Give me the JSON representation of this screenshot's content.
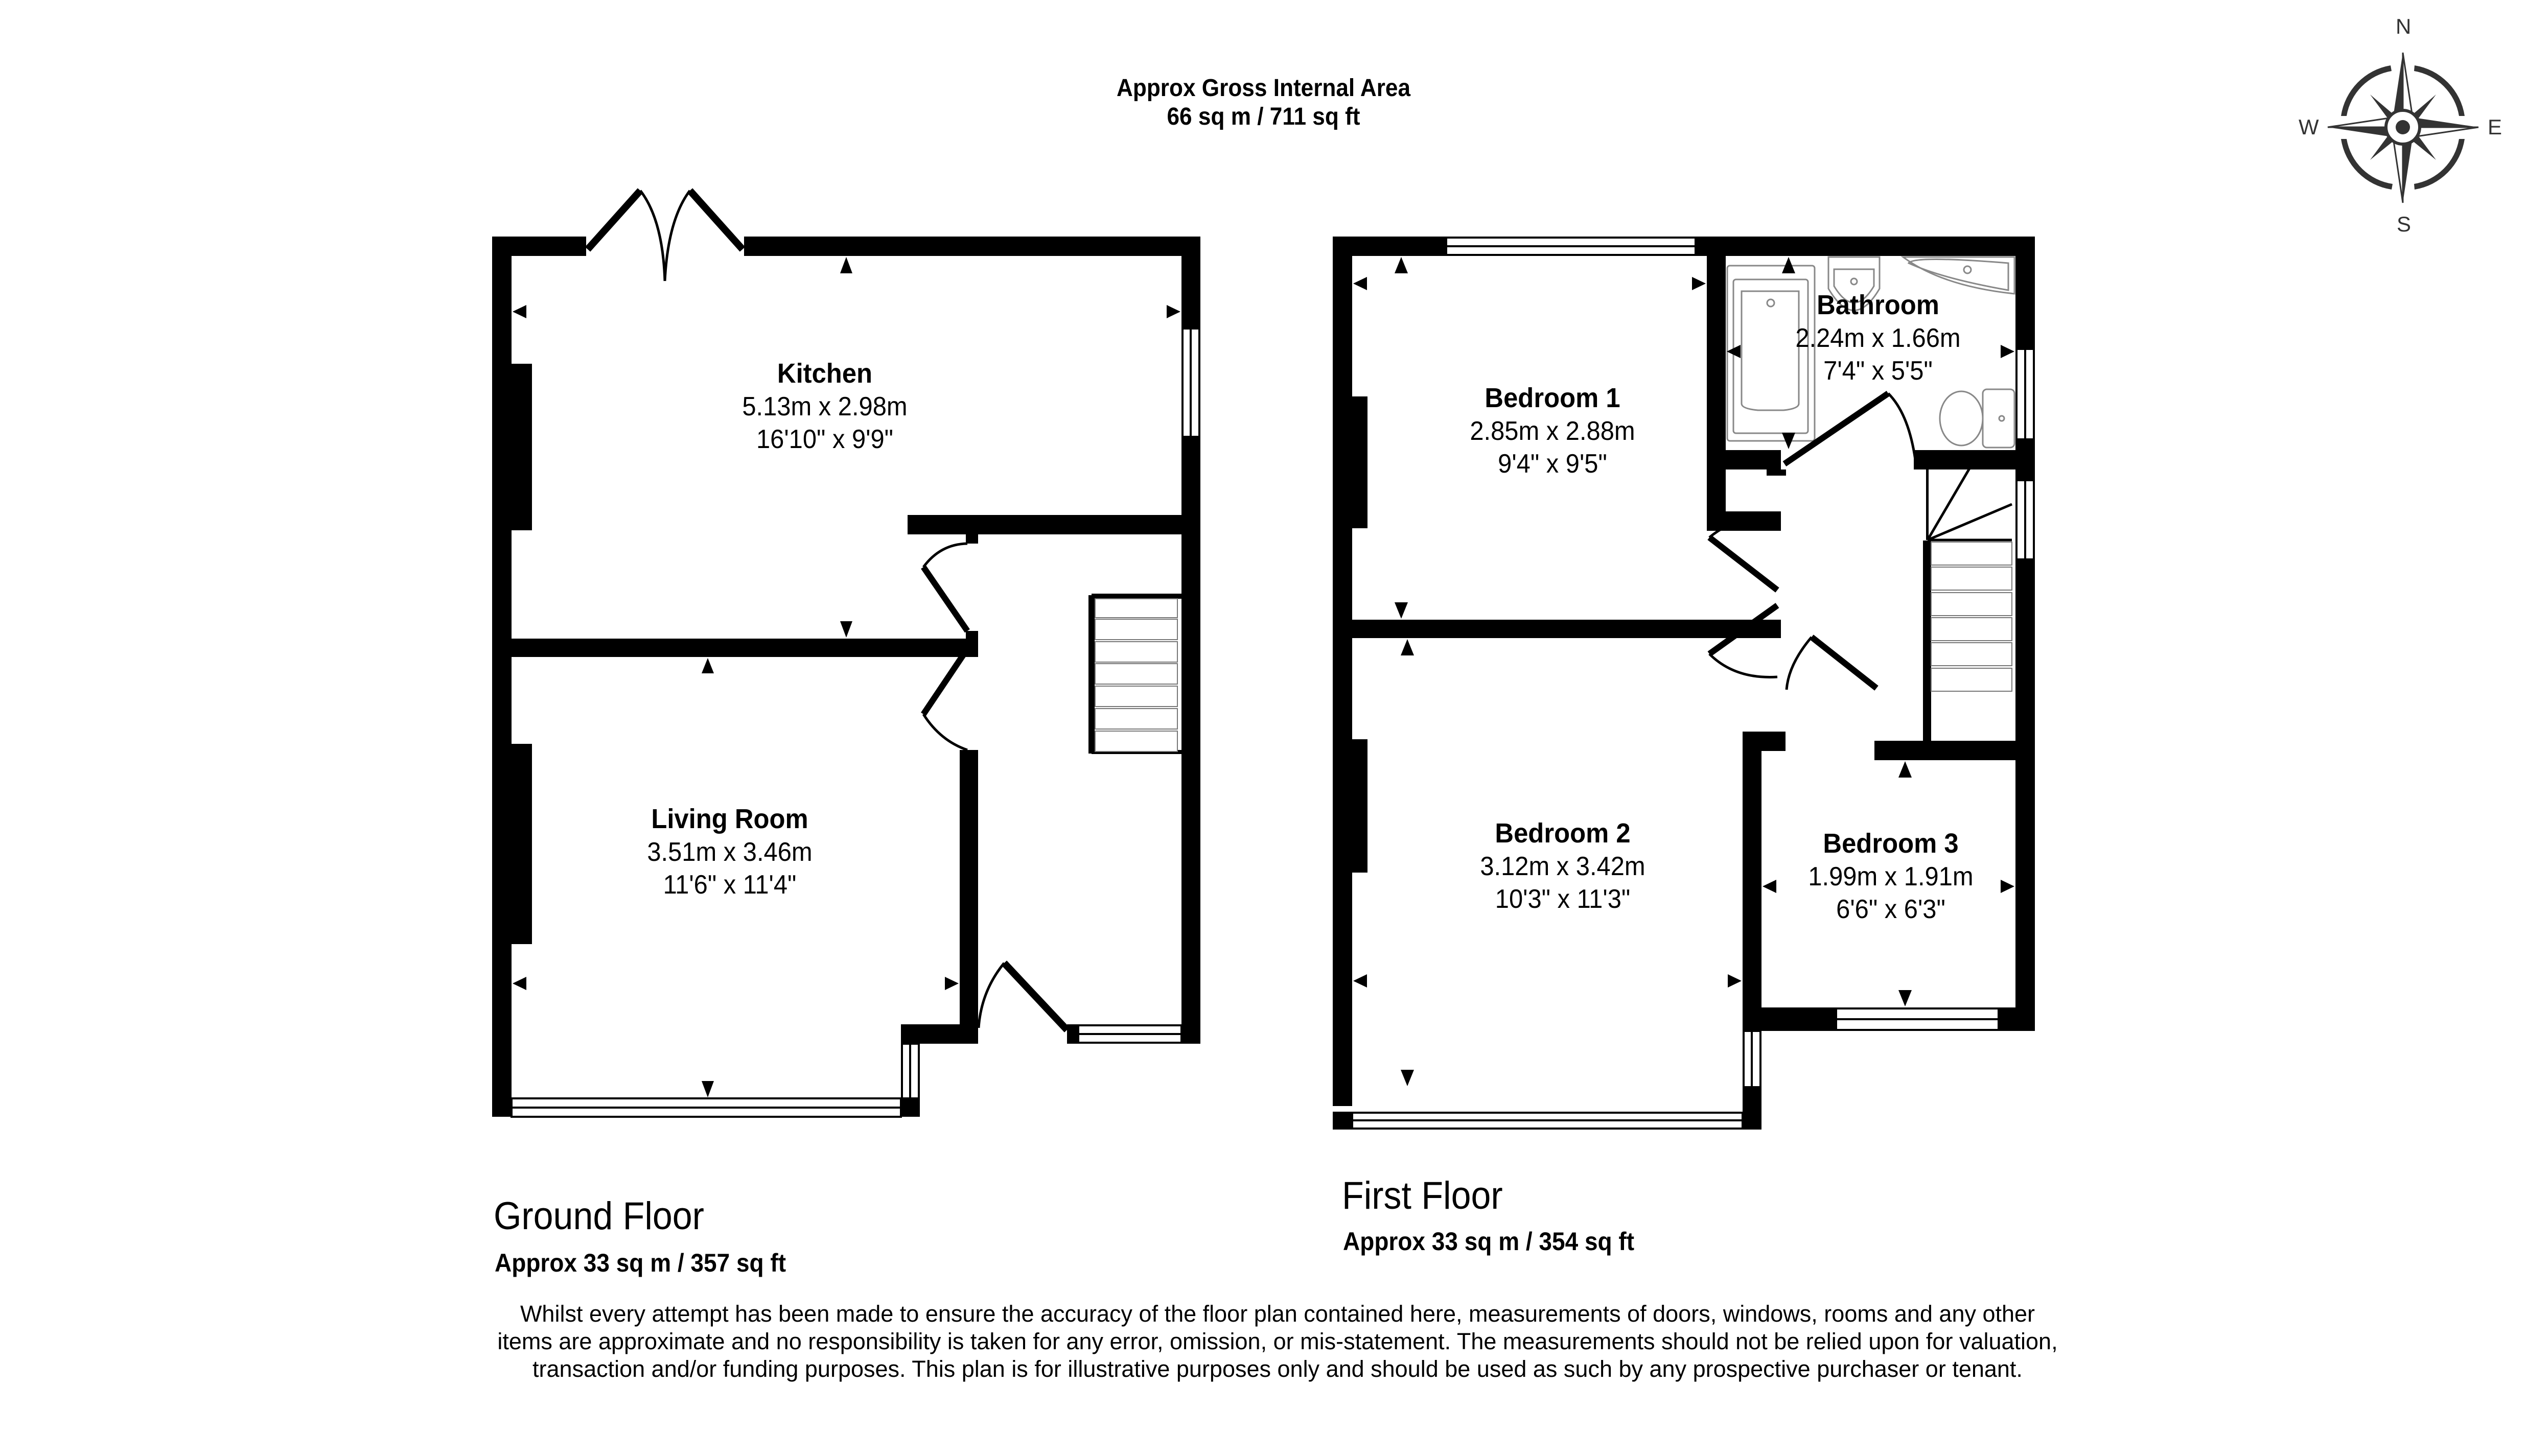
{
  "header": {
    "title": "Approx Gross Internal Area",
    "total_area": "66 sq m / 711 sq ft"
  },
  "compass": {
    "north": "N",
    "south": "S",
    "east": "E",
    "west": "W",
    "icon": "compass-rose-icon",
    "color": "#333333"
  },
  "floors": {
    "ground": {
      "title": "Ground Floor",
      "area": "Approx 33 sq m / 357 sq ft",
      "rooms": [
        {
          "name": "Kitchen",
          "metric": "5.13m x 2.98m",
          "imperial": "16'10\" x 9'9\""
        },
        {
          "name": "Living Room",
          "metric": "3.51m x 3.46m",
          "imperial": "11'6\" x 11'4\""
        }
      ],
      "stair_treads": 7
    },
    "first": {
      "title": "First Floor",
      "area": "Approx 33 sq m / 354 sq ft",
      "rooms": [
        {
          "name": "Bedroom 1",
          "metric": "2.85m x 2.88m",
          "imperial": "9'4\" x 9'5\""
        },
        {
          "name": "Bathroom",
          "metric": "2.24m x 1.66m",
          "imperial": "7'4\" x 5'5\""
        },
        {
          "name": "Bedroom 2",
          "metric": "3.12m x 3.42m",
          "imperial": "10'3\" x 11'3\""
        },
        {
          "name": "Bedroom 3",
          "metric": "1.99m x 1.91m",
          "imperial": "6'6\" x 6'3\""
        }
      ],
      "stair_treads": 6
    }
  },
  "disclaimer": "Whilst every attempt has been made to ensure the accuracy of the floor plan contained here, measurements of doors, windows, rooms and any other items are approximate and no responsibility is taken for any error, omission, or mis-statement. The measurements should not be relied upon for valuation, transaction and/or funding purposes. This plan is for illustrative purposes only and should be used as such by any prospective purchaser or tenant.",
  "colors": {
    "wall": "#000000",
    "fixture_line": "#888888",
    "background": "#ffffff"
  }
}
